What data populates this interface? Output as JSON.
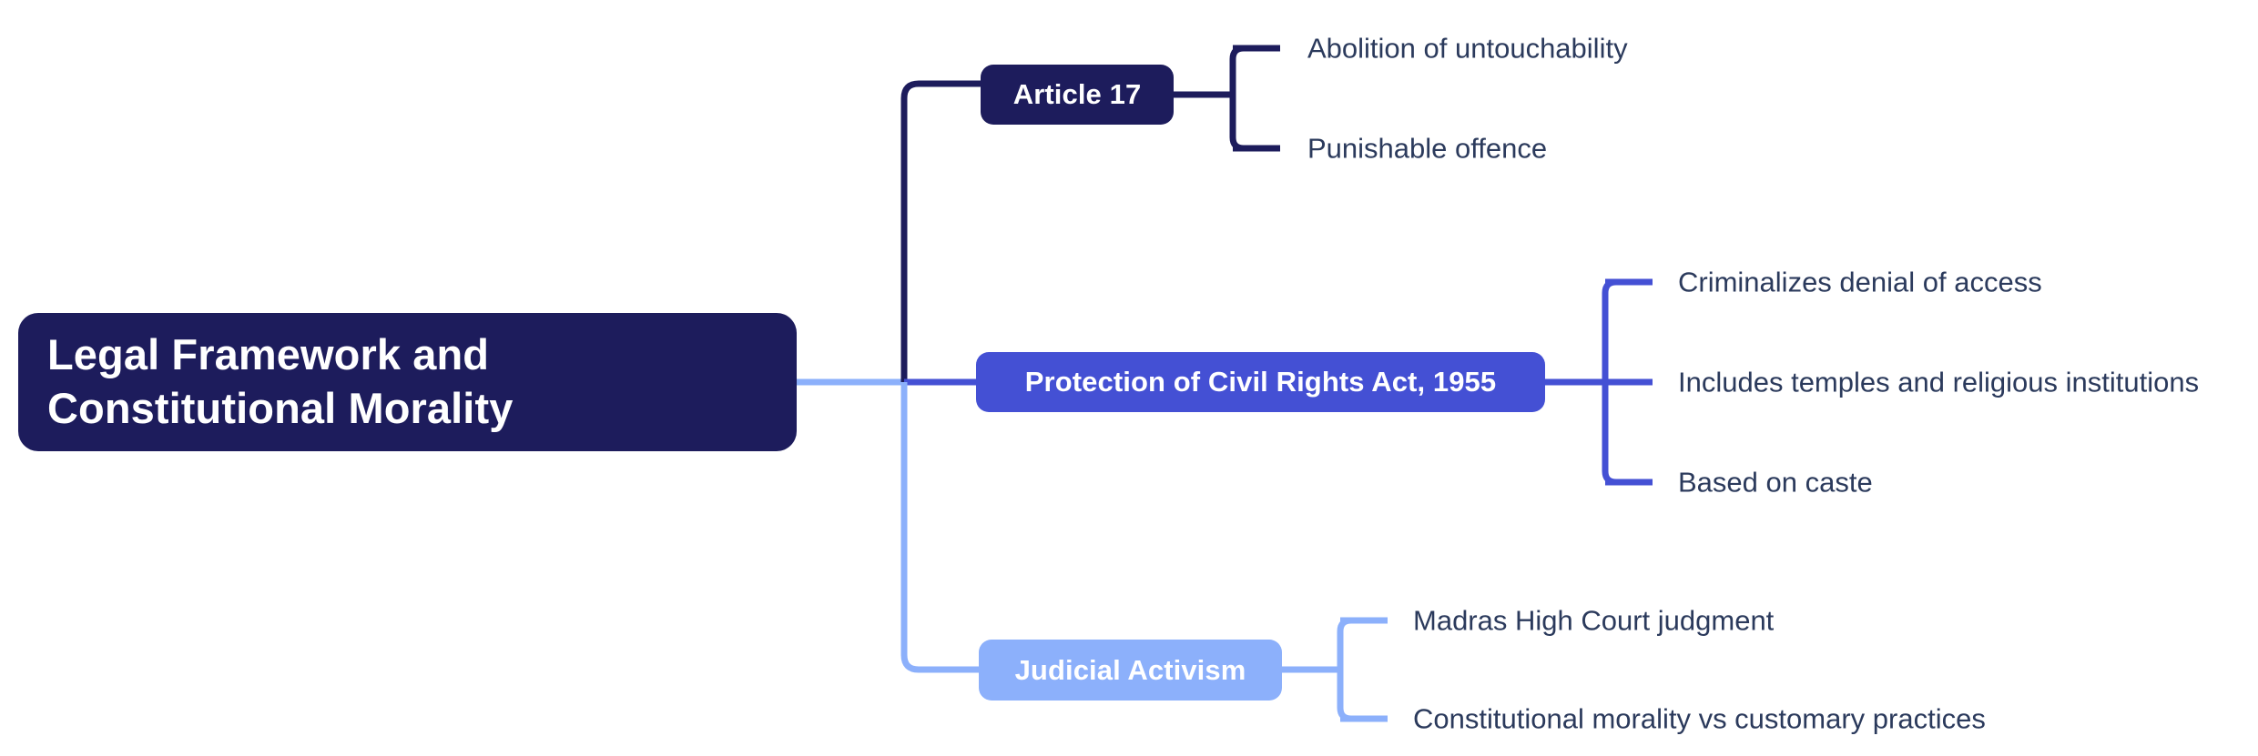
{
  "diagram": {
    "type": "mind-map",
    "title": "Legal Framework and Constitutional Morality",
    "background_color": "#ffffff",
    "orientation": "left-to-right",
    "colors": {
      "root": "#1d1c5c",
      "branch_1": "#1d1c5c",
      "branch_2": "#4450d4",
      "branch_3": "#8cb0fb",
      "leaf_text": "#2b3a5c",
      "node_text": "#ffffff"
    },
    "root": {
      "label": "Legal Framework and Constitutional Morality",
      "color": "#1d1c5c"
    },
    "branches": [
      {
        "label": "Article 17",
        "color": "#1d1c5c",
        "children": [
          {
            "label": "Abolition of untouchability"
          },
          {
            "label": "Punishable offence"
          }
        ]
      },
      {
        "label": "Protection of Civil Rights Act, 1955",
        "color": "#4450d4",
        "children": [
          {
            "label": "Criminalizes denial of access"
          },
          {
            "label": "Includes temples and religious institutions"
          },
          {
            "label": "Based on caste"
          }
        ]
      },
      {
        "label": "Judicial Activism",
        "color": "#8cb0fb",
        "children": [
          {
            "label": "Madras High Court judgment"
          },
          {
            "label": "Constitutional morality vs customary practices"
          }
        ]
      }
    ]
  }
}
